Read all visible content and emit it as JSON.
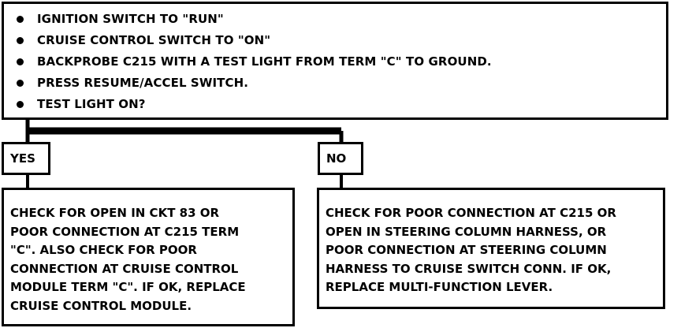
{
  "question_box": {
    "steps": [
      "IGNITION SWITCH TO \"RUN\"",
      "CRUISE CONTROL SWITCH TO \"ON\"",
      "BACKPROBE C215 WITH A TEST LIGHT FROM TERM \"C\" TO GROUND.",
      "PRESS RESUME/ACCEL SWITCH.",
      "TEST LIGHT ON?"
    ]
  },
  "branches": {
    "yes_label": "YES",
    "no_label": "NO"
  },
  "yes_action": {
    "lines": [
      "CHECK FOR OPEN IN CKT 83 OR",
      "POOR CONNECTION AT C215 TERM",
      "\"C\".  ALSO CHECK FOR POOR",
      "CONNECTION AT CRUISE CONTROL",
      "MODULE TERM \"C\".  IF OK, REPLACE",
      "CRUISE CONTROL MODULE."
    ]
  },
  "no_action": {
    "lines": [
      "CHECK FOR POOR CONNECTION AT C215 OR",
      "OPEN IN STEERING COLUMN HARNESS, OR",
      "POOR CONNECTION AT STEERING COLUMN",
      "HARNESS TO CRUISE SWITCH CONN.  IF OK,",
      "REPLACE MULTI-FUNCTION LEVER."
    ]
  }
}
